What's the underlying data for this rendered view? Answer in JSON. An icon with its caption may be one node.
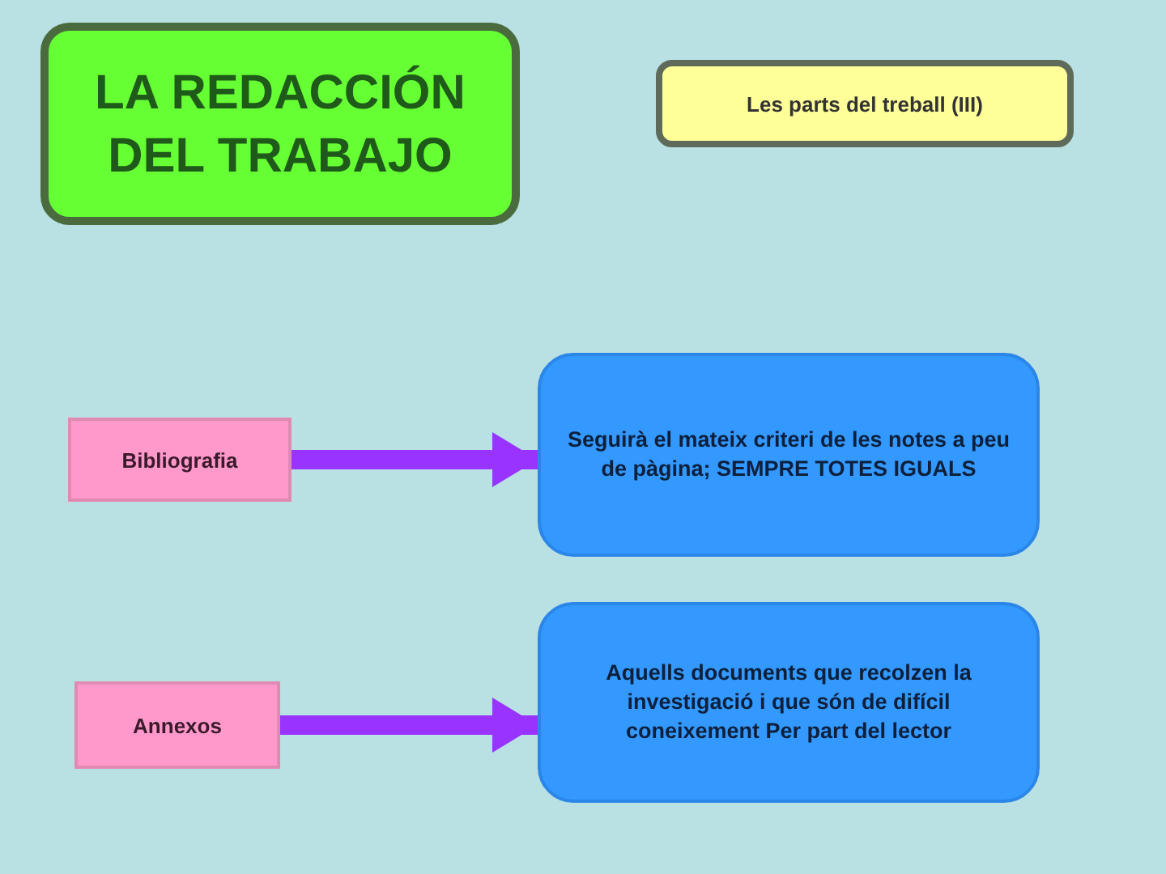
{
  "diagram": {
    "nodes": [
      {
        "text": [
          "LA REDACCIÓN DEL TRABAJO"
        ]
      },
      {
        "text": [
          "Les parts del treball (III)"
        ]
      },
      {
        "text": [
          "Bibliografia"
        ]
      },
      {
        "text": [
          "Seguirà el mateix criteri de les notes a peu de pàgina; SEMPRE TOTES IGUALS"
        ]
      },
      {
        "text": [
          "Annexos"
        ]
      },
      {
        "text": [
          "Aquells documents que recolzen la investigació i que són de difícil coneixement Per part del lector"
        ]
      }
    ],
    "edges": [
      {
        "from": 2,
        "to": 3,
        "arrow": "to"
      },
      {
        "from": 4,
        "to": 5,
        "arrow": "to"
      }
    ]
  }
}
